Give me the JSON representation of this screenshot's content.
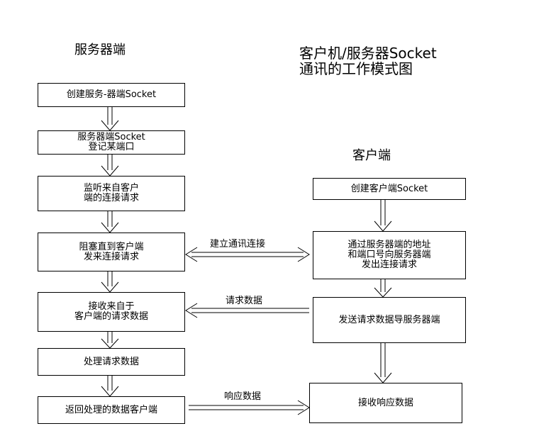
{
  "headings": {
    "server": "服务器端",
    "client": "客户端"
  },
  "title": "客户机/服务器Socket\n 通讯的工作模式图",
  "server_steps": [
    "创建服务-器端Socket",
    "服务器端Socket\n登记某端口",
    "监听来自客户\n端的连接请求",
    "阻塞直到客户端\n发来连接请求",
    "接收来自于\n客户端的请求数据",
    "处理请求数据",
    "返回处理的数据客户端"
  ],
  "client_steps": [
    "创建客户端Socket",
    "通过服务器端的地址\n和端口号向服务器端\n发出连接请求",
    "发送请求数据导服务器端",
    "接收响应数据"
  ],
  "edge_labels": {
    "connect": "建立通讯连接",
    "request": "请求数据",
    "response": "响应数据"
  }
}
